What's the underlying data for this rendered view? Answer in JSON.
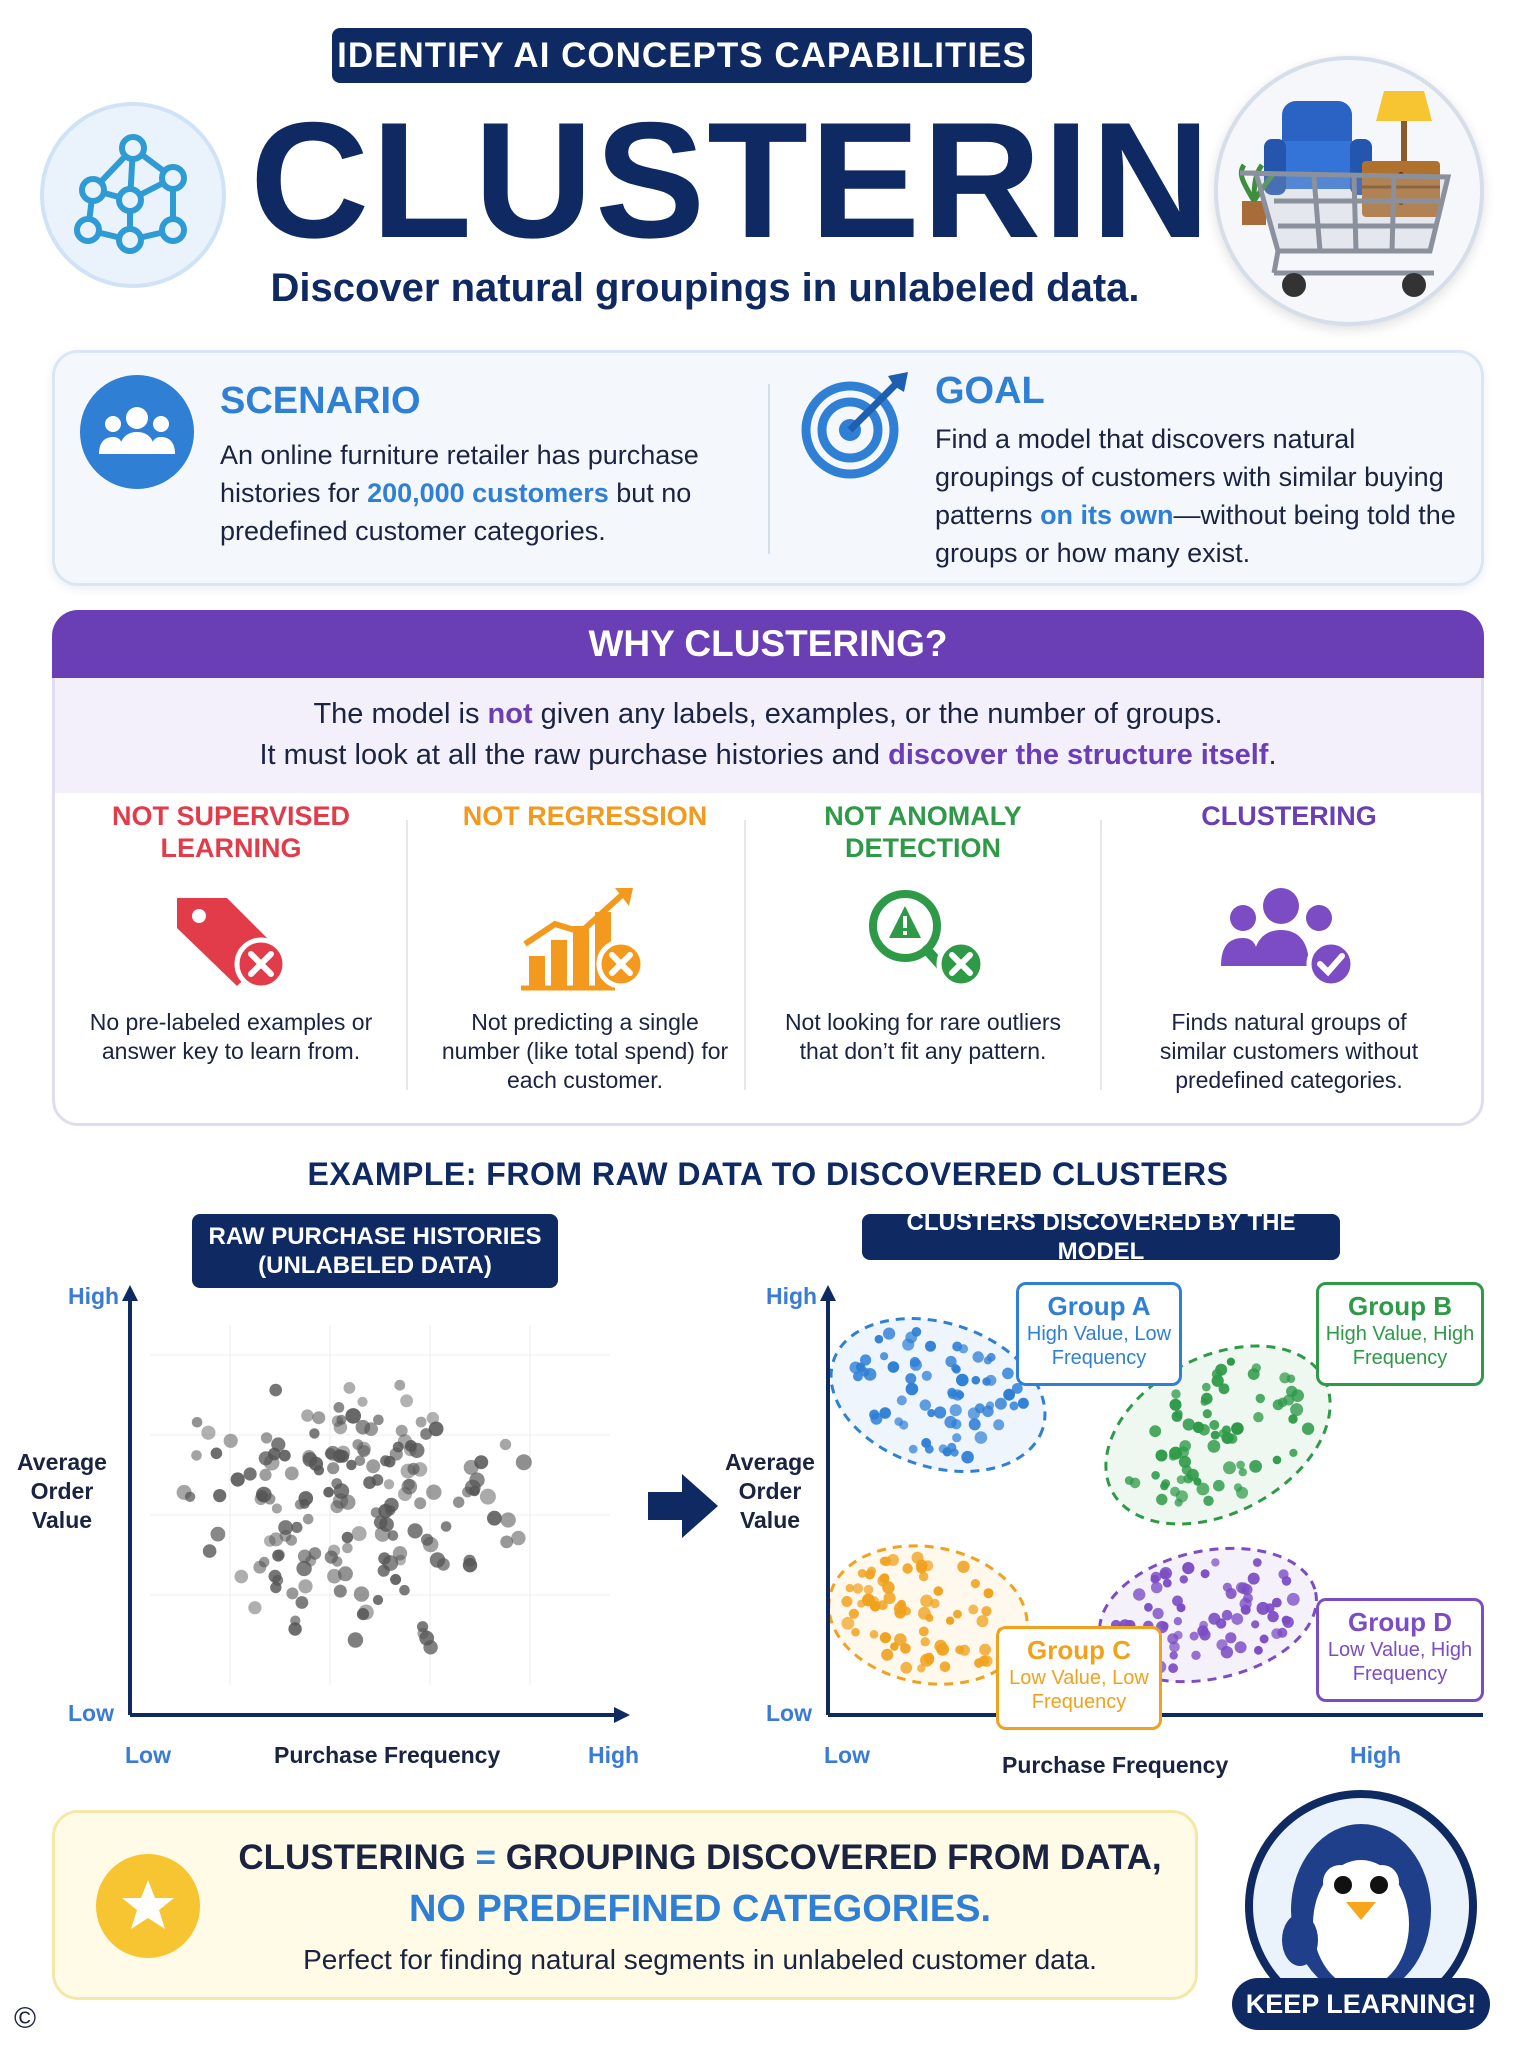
{
  "header": {
    "badge": "IDENTIFY AI CONCEPTS CAPABILITIES",
    "title": "CLUSTERING",
    "subtitle": "Discover natural groupings in unlabeled data."
  },
  "scenario": {
    "heading": "SCENARIO",
    "text_before": "An online furniture retailer has purchase histories for ",
    "highlight": "200,000 customers",
    "text_after": " but no predefined customer categories."
  },
  "goal": {
    "heading": "GOAL",
    "text_before": "Find a model that discovers natural groupings of customers with similar buying patterns ",
    "highlight": "on its own",
    "text_after": "—without being told the groups or how many exist."
  },
  "why": {
    "heading": "WHY CLUSTERING?",
    "line1_before": "The model is ",
    "line1_highlight": "not",
    "line1_after": " given any labels, examples, or the number of groups.",
    "line2_before": "It must look at all the raw purchase histories and ",
    "line2_highlight": "discover the structure itself",
    "line2_after": ".",
    "options": [
      {
        "heading": "NOT SUPERVISED LEARNING",
        "desc": "No pre-labeled examples or answer key to learn from.",
        "color": "#e23b4a",
        "icon": "tag-x-icon"
      },
      {
        "heading": "NOT REGRESSION",
        "desc": "Not predicting a single number (like total spend) for each customer.",
        "color": "#f39a1e",
        "icon": "chart-x-icon"
      },
      {
        "heading": "NOT ANOMALY DETECTION",
        "desc": "Not looking for rare outliers that don’t fit any pattern.",
        "color": "#2e9a48",
        "icon": "search-alert-x-icon"
      },
      {
        "heading": "CLUSTERING",
        "desc": "Finds natural groups of similar customers without predefined categories.",
        "color": "#6a3fb5",
        "icon": "group-check-icon"
      }
    ]
  },
  "example": {
    "title": "EXAMPLE: FROM RAW DATA TO DISCOVERED CLUSTERS",
    "raw_label": "RAW PURCHASE HISTORIES (UNLABELED DATA)",
    "clusters_label": "CLUSTERS DISCOVERED BY THE MODEL",
    "y_label": "Average Order Value",
    "x_label": "Purchase Frequency",
    "tick_high": "High",
    "tick_low": "Low",
    "groups": [
      {
        "name": "Group A",
        "desc": "High Value, Low Frequency",
        "color": "#2f7fd5"
      },
      {
        "name": "Group B",
        "desc": "High Value, High Frequency",
        "color": "#2e9a48"
      },
      {
        "name": "Group C",
        "desc": "Low Value, Low Frequency",
        "color": "#f0a21e"
      },
      {
        "name": "Group D",
        "desc": "Low Value, High Frequency",
        "color": "#7b4cc4"
      }
    ]
  },
  "takeaway": {
    "line1_a": "CLUSTERING",
    "line1_eq": " = ",
    "line1_b": "GROUPING DISCOVERED FROM DATA,",
    "line2": "NO PREDEFINED CATEGORIES.",
    "line3": "Perfect for finding natural segments in unlabeled customer data."
  },
  "mascot": {
    "label": "KEEP LEARNING!"
  },
  "footer": {
    "copyright": "©"
  }
}
